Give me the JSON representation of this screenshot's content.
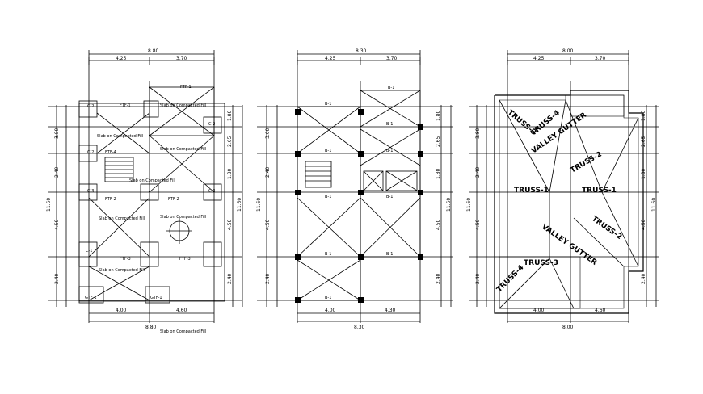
{
  "drawing": {
    "foundation": {
      "top_dims": [
        "8.80",
        "4.25",
        "3.70"
      ],
      "bottom_dims": [
        "4.00",
        "4.60",
        "8.80"
      ],
      "side_dims": [
        "3.80",
        "2.40",
        "11.60",
        "4.50",
        "2.40"
      ],
      "right_dims": [
        "1.80",
        "2.65",
        "1.80",
        "11.60",
        "4.50",
        "2.40"
      ],
      "fill_note": "Slab on Compacted Fill",
      "footing_labels": [
        "FTF-1",
        "FTF-2",
        "FTF-3",
        "FTF-4",
        "GTF-1"
      ],
      "column_tags": [
        "C-1",
        "C-2",
        "C-3"
      ]
    },
    "framing": {
      "top_dims": [
        "8.30",
        "4.25",
        "3.70"
      ],
      "bottom_dims": [
        "4.00",
        "4.30",
        "8.30"
      ],
      "side_dims": [
        "3.60",
        "2.40",
        "11.60",
        "4.50",
        "2.40"
      ],
      "right_dims": [
        "1.80",
        "2.65",
        "1.80",
        "11.60",
        "4.50",
        "2.40"
      ],
      "beam_tag": "B-1"
    },
    "roof": {
      "top_dims": [
        "8.00",
        "4.25",
        "3.70"
      ],
      "bottom_dims": [
        "4.00",
        "4.60",
        "8.00"
      ],
      "side_dims": [
        "3.80",
        "2.40",
        "11.60",
        "4.50",
        "2.40"
      ],
      "right_dims": [
        "1.80",
        "2.65",
        "1.80",
        "11.60",
        "4.50",
        "2.40"
      ],
      "labels": {
        "truss_1a": "TRUSS-1",
        "truss_1b": "TRUSS-1",
        "truss_2a": "TRUSS-2",
        "truss_2b": "TRUSS-2",
        "truss_3a": "TRUSS-3",
        "truss_3b": "TRUSS-3",
        "truss_4a": "TRUSS-4",
        "truss_4b": "TRUSS-4",
        "valley_1": "VALLEY GUTTER",
        "valley_2": "VALLEY GUTTER"
      }
    }
  },
  "colors": {
    "line": "#000000",
    "background": "#ffffff"
  }
}
